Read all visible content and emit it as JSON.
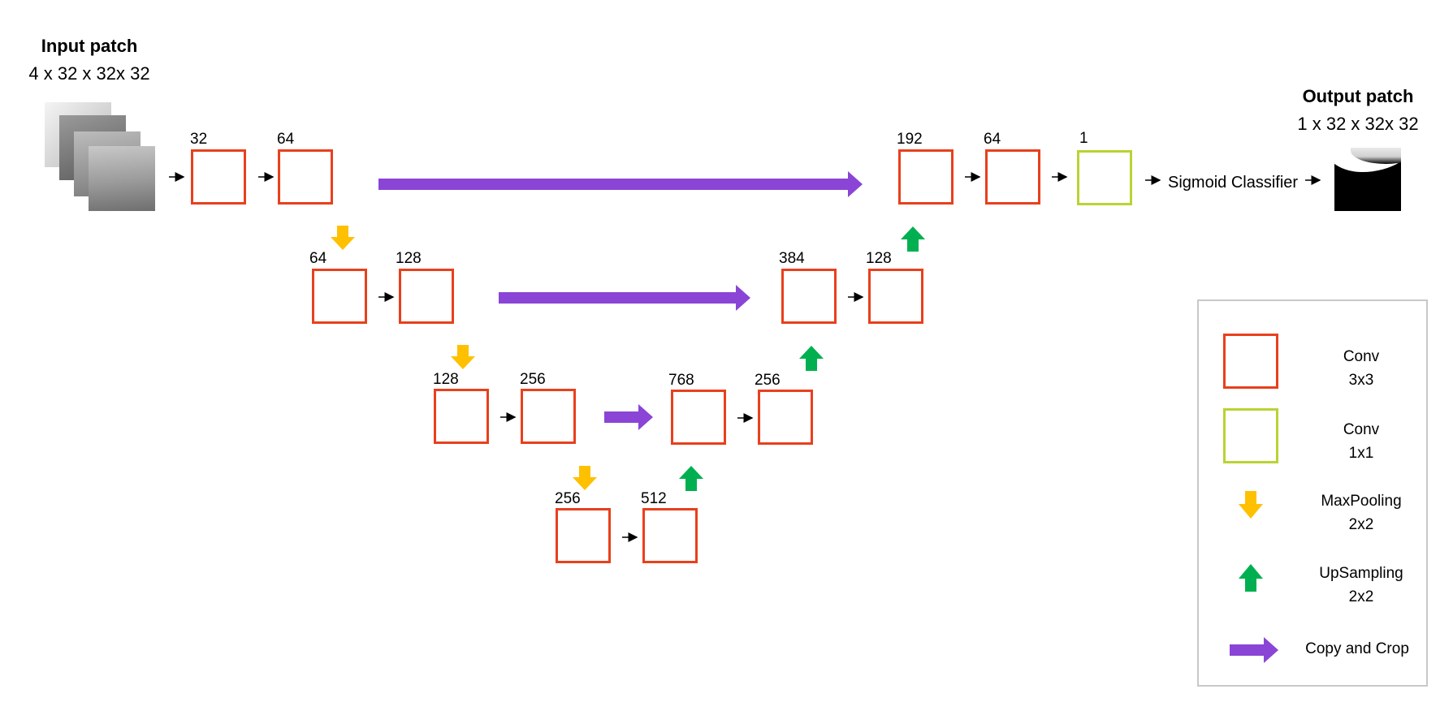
{
  "input": {
    "title": "Input patch",
    "shape": "4 x 32 x 32x 32"
  },
  "output": {
    "title": "Output patch",
    "shape": "1 x 32 x 32x 32"
  },
  "classifier_label": "Sigmoid Classifier",
  "blocks": {
    "e1a": "32",
    "e1b": "64",
    "e2a": "64",
    "e2b": "128",
    "e3a": "128",
    "e3b": "256",
    "bna": "256",
    "bnb": "512",
    "d3a": "768",
    "d3b": "256",
    "d2a": "384",
    "d2b": "128",
    "d1a": "192",
    "d1b": "64",
    "final": "1"
  },
  "legend": {
    "conv3": "Conv\n3x3",
    "conv1": "Conv\n1x1",
    "maxpool": "MaxPooling\n2x2",
    "upsample": "UpSampling\n2x2",
    "copycrop": "Copy and Crop"
  },
  "colors": {
    "conv3": "#e8401c",
    "conv1": "#b8d433",
    "maxpool": "#ffc000",
    "upsample": "#00b050",
    "copycrop": "#8a45d6"
  }
}
